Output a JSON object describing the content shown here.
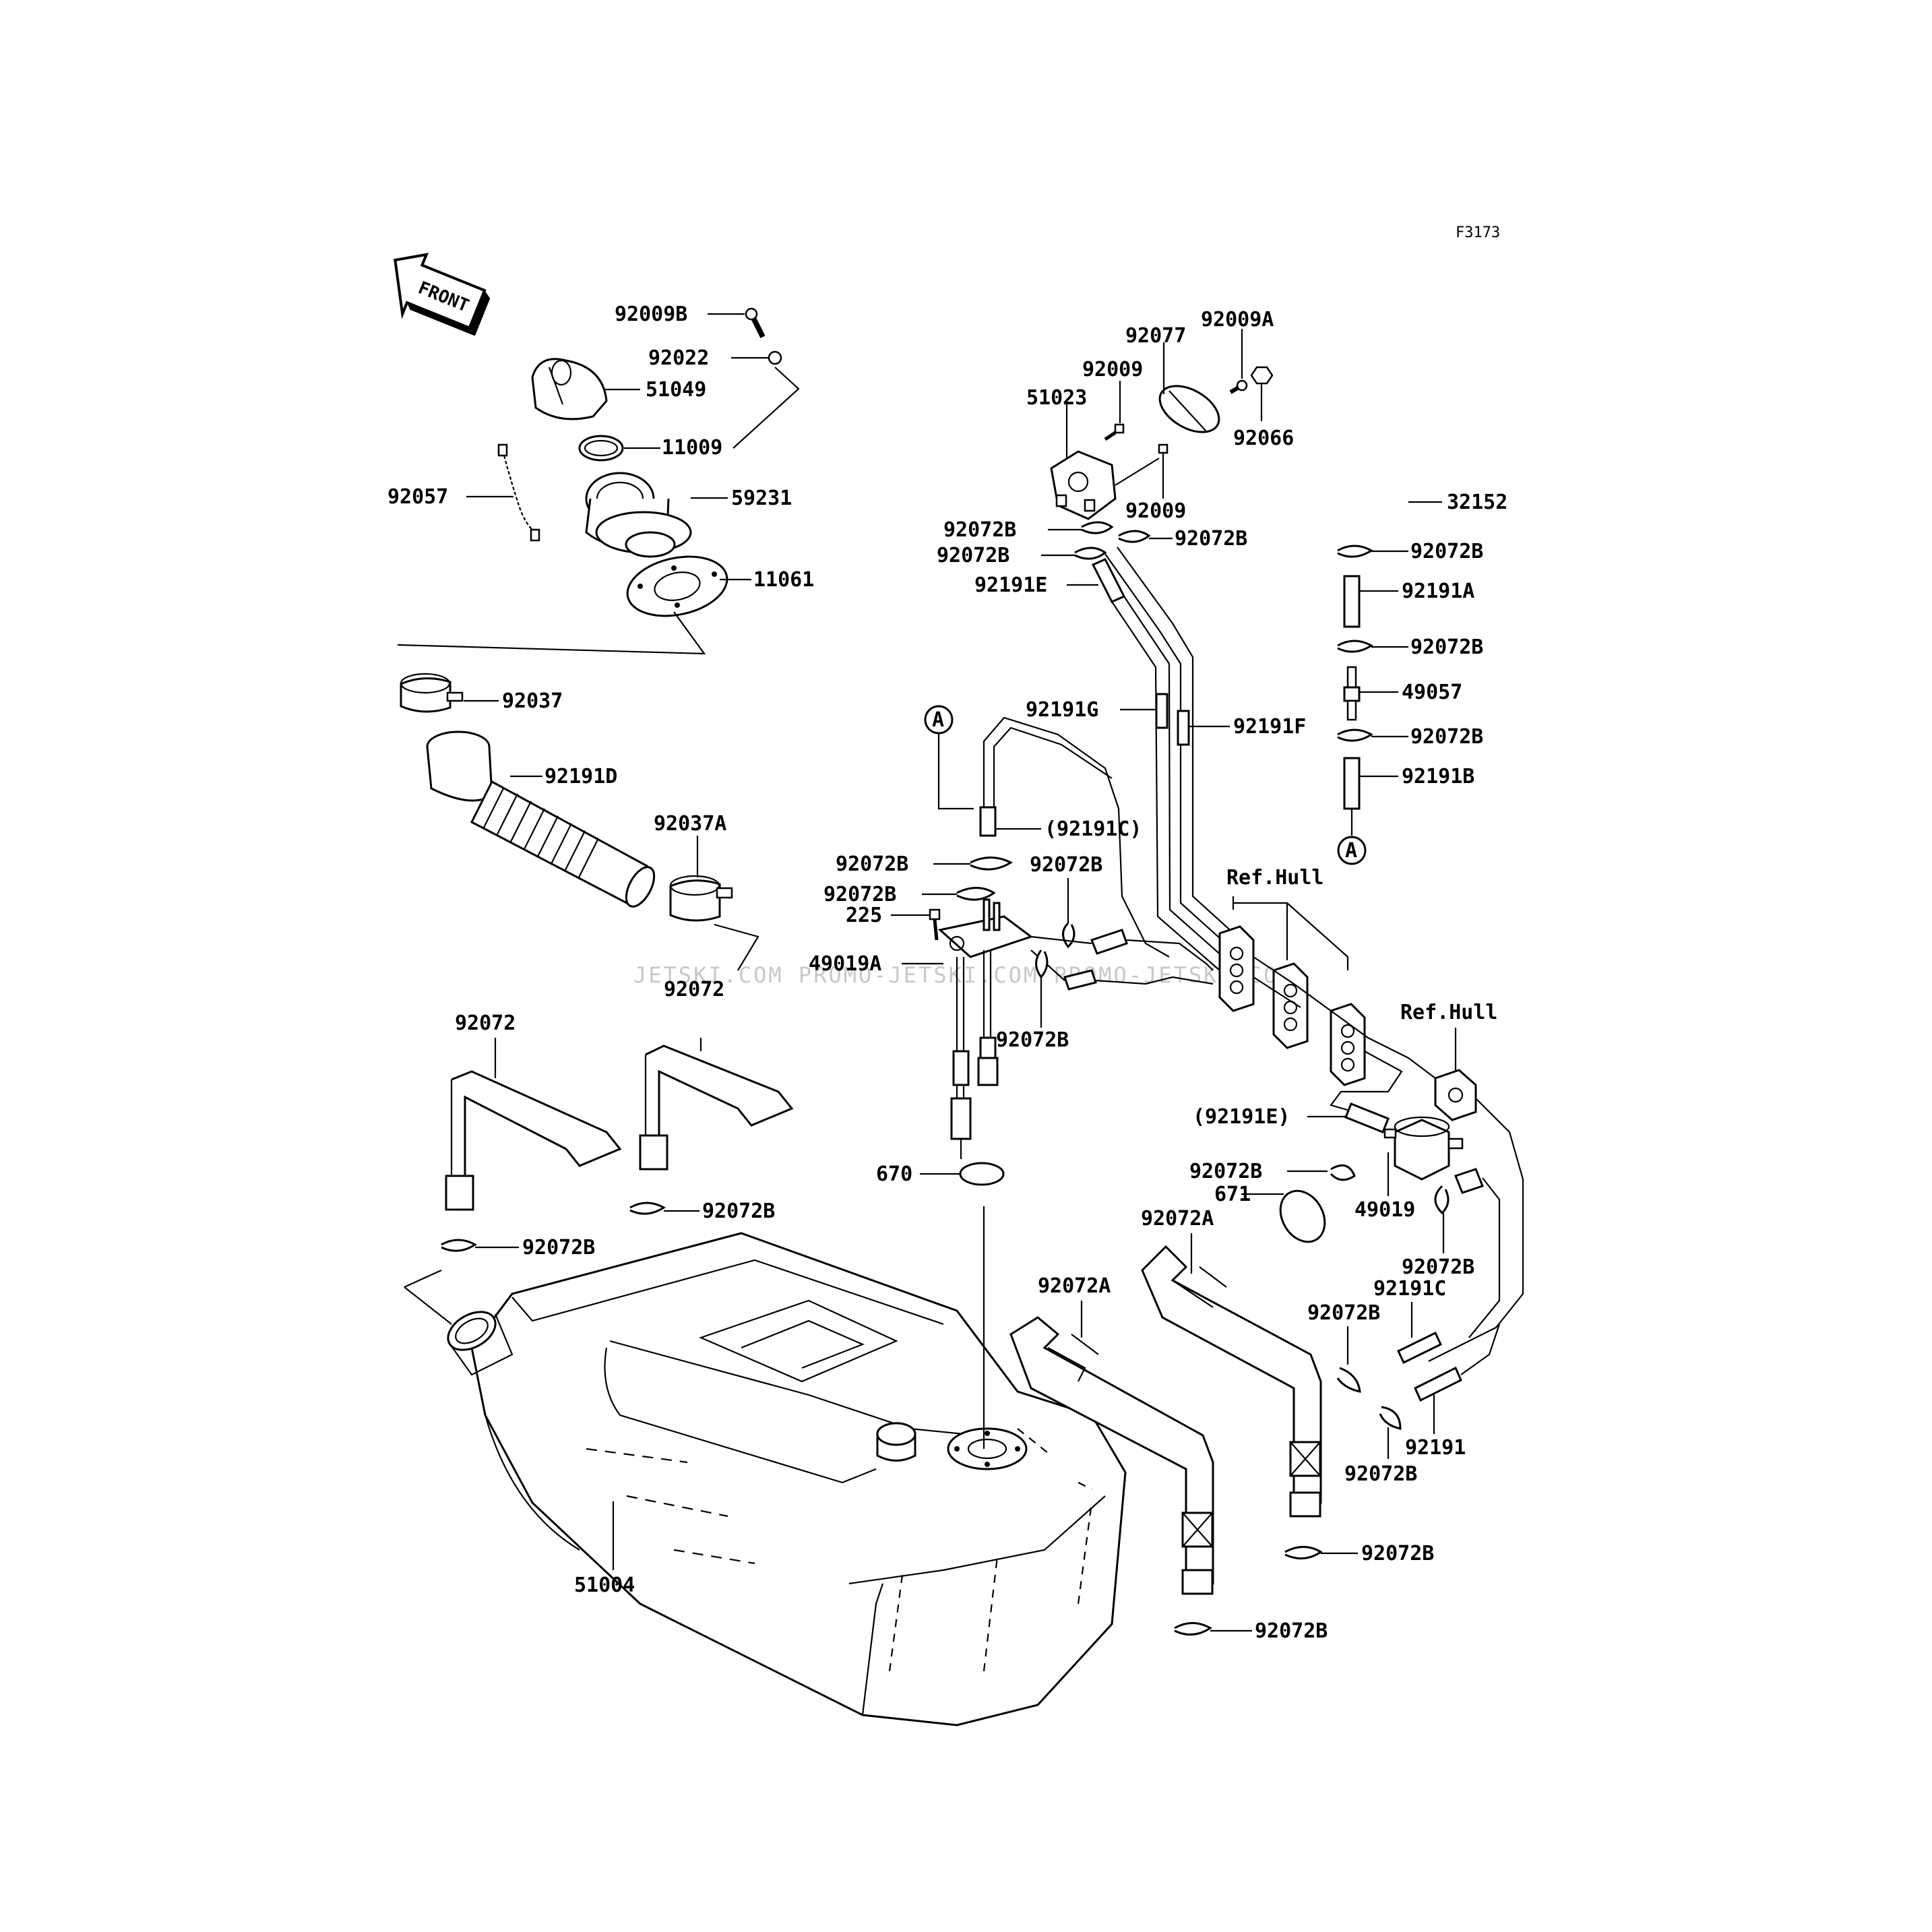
{
  "figure_code": "F3173",
  "front_label": "FRONT",
  "ref_marker": "A",
  "watermark": "JETSKI.COM  PROMO-JETSKI.COM  PROMO-JETSKI.COM",
  "labels": {
    "p92009B": "92009B",
    "p92022": "92022",
    "p51049": "51049",
    "p11009": "11009",
    "p92057": "92057",
    "p59231": "59231",
    "p11061": "11061",
    "p92037": "92037",
    "p92191D": "92191D",
    "p92037A": "92037A",
    "p92072_a": "92072",
    "p92072_b": "92072",
    "p92072B_left1": "92072B",
    "p92072B_left2": "92072B",
    "p51004": "51004",
    "p92077": "92077",
    "p92009A": "92009A",
    "p92009_a": "92009",
    "p51023": "51023",
    "p92066": "92066",
    "p92009_b": "92009",
    "p92072B_c1": "92072B",
    "p92072B_c2": "92072B",
    "p92072B_c3": "92072B",
    "p92191E": "92191E",
    "p92191G": "92191G",
    "p92191F": "92191F",
    "p92191C_paren": "(92191C)",
    "p92072B_c4": "92072B",
    "p92072B_c5": "92072B",
    "p92072B_c6": "92072B",
    "p225": "225",
    "p49019A": "49019A",
    "p92072B_c7": "92072B",
    "p670": "670",
    "p32152": "32152",
    "p92072B_r1": "92072B",
    "p92191A": "92191A",
    "p92072B_r2": "92072B",
    "p49057": "49057",
    "p92072B_r3": "92072B",
    "p92191B": "92191B",
    "ref_hull_1": "Ref.Hull",
    "ref_hull_2": "Ref.Hull",
    "p92191E_paren": "(92191E)",
    "p92072B_r4": "92072B",
    "p671": "671",
    "p49019": "49019",
    "p92072A_1": "92072A",
    "p92072A_2": "92072A",
    "p92072B_r5": "92072B",
    "p92191C": "92191C",
    "p92072B_r6": "92072B",
    "p92191": "92191",
    "p92072B_r7": "92072B",
    "p92072B_bot1": "92072B",
    "p92072B_bot2": "92072B"
  }
}
